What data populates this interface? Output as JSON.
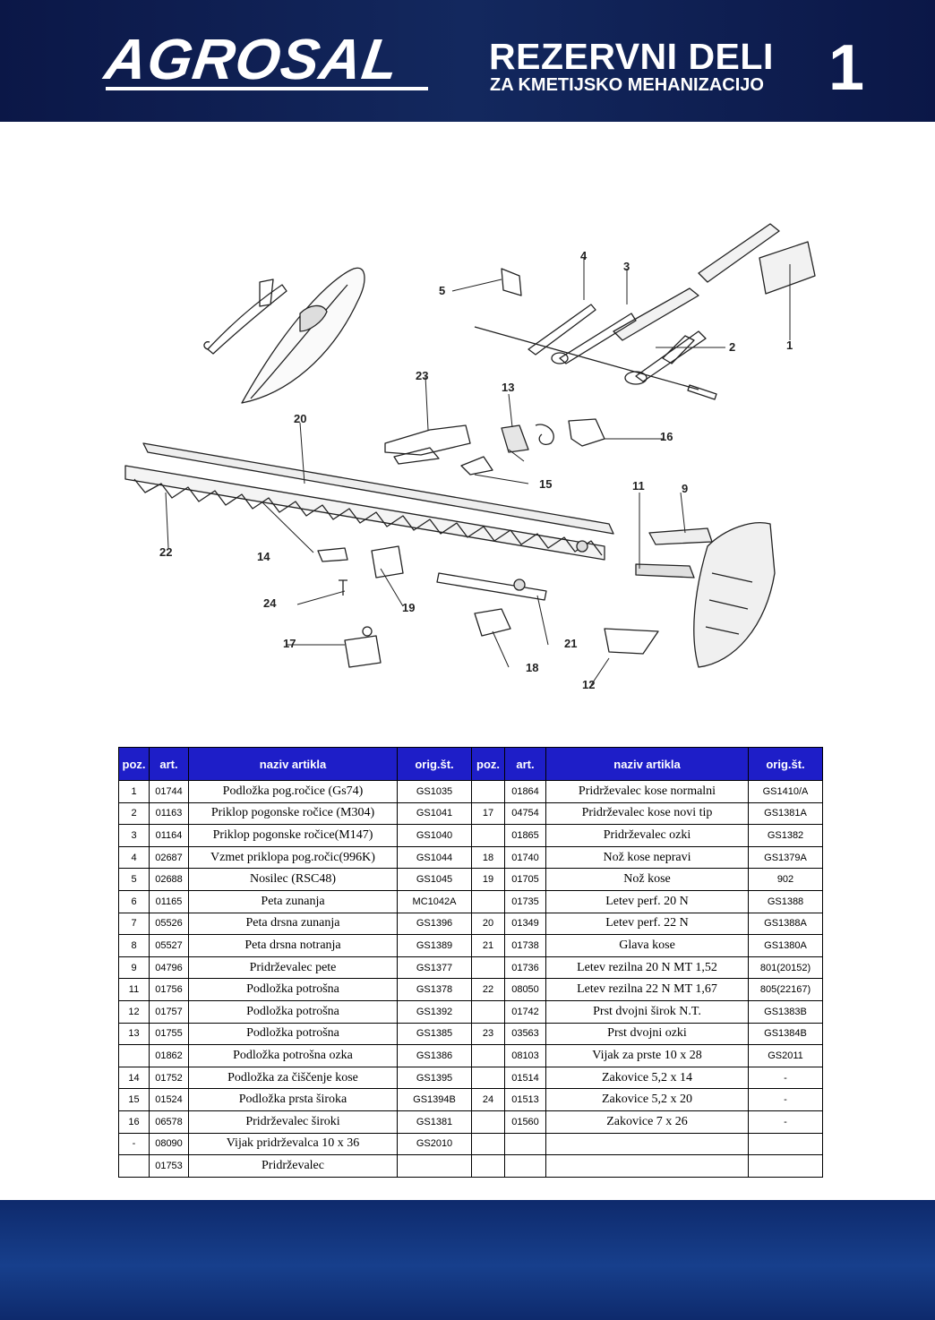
{
  "header": {
    "logo": "AGROSAL",
    "title": "REZERVNI DELI",
    "subtitle": "ZA KMETIJSKO MEHANIZACIJO",
    "page_number": "1"
  },
  "diagram": {
    "callouts": [
      "1",
      "2",
      "3",
      "4",
      "5",
      "9",
      "11",
      "12",
      "13",
      "14",
      "15",
      "16",
      "17",
      "18",
      "19",
      "20",
      "21",
      "22",
      "23",
      "24"
    ]
  },
  "table": {
    "headers": [
      "poz.",
      "art.",
      "naziv artikla",
      "orig.št.",
      "poz.",
      "art.",
      "naziv artikla",
      "orig.št."
    ],
    "left_rows": [
      [
        "1",
        "01744",
        "Podložka pog.ročice (Gs74)",
        "GS1035"
      ],
      [
        "2",
        "01163",
        "Priklop pogonske ročice (M304)",
        "GS1041"
      ],
      [
        "3",
        "01164",
        "Priklop pogonske ročice(M147)",
        "GS1040"
      ],
      [
        "4",
        "02687",
        "Vzmet priklopa pog.ročic(996K)",
        "GS1044"
      ],
      [
        "5",
        "02688",
        "Nosilec    (RSC48)",
        "GS1045"
      ],
      [
        "6",
        "01165",
        "Peta zunanja",
        "MC1042A"
      ],
      [
        "7",
        "05526",
        "Peta drsna zunanja",
        "GS1396"
      ],
      [
        "8",
        "05527",
        "Peta drsna notranja",
        "GS1389"
      ],
      [
        "9",
        "04796",
        "Pridrževalec pete",
        "GS1377"
      ],
      [
        "11",
        "01756",
        "Podložka potrošna",
        "GS1378"
      ],
      [
        "12",
        "01757",
        "Podložka potrošna",
        "GS1392"
      ],
      [
        "13",
        "01755",
        "Podložka potrošna",
        "GS1385"
      ],
      [
        "",
        "01862",
        "Podložka potrošna ozka",
        "GS1386"
      ],
      [
        "14",
        "01752",
        "Podložka za čiščenje kose",
        "GS1395"
      ],
      [
        "15",
        "01524",
        "Podložka prsta široka",
        "GS1394B"
      ],
      [
        "16",
        "06578",
        "Pridrževalec široki",
        "GS1381"
      ],
      [
        "-",
        "08090",
        "Vijak pridrževalca 10 x 36",
        "GS2010"
      ],
      [
        "",
        "01753",
        "Pridrževalec",
        ""
      ]
    ],
    "right_rows": [
      [
        "",
        "01864",
        "Pridrževalec kose normalni",
        "GS1410/A"
      ],
      [
        "17",
        "04754",
        "Pridrževalec kose novi tip",
        "GS1381A"
      ],
      [
        "",
        "01865",
        "Pridrževalec ozki",
        "GS1382"
      ],
      [
        "18",
        "01740",
        "Nož kose nepravi",
        "GS1379A"
      ],
      [
        "19",
        "01705",
        "Nož kose",
        "902"
      ],
      [
        "",
        "01735",
        "Letev perf. 20 N",
        "GS1388"
      ],
      [
        "20",
        "01349",
        "Letev perf. 22 N",
        "GS1388A"
      ],
      [
        "21",
        "01738",
        "Glava kose",
        "GS1380A"
      ],
      [
        "",
        "01736",
        "Letev rezilna 20 N MT 1,52",
        "801(20152)"
      ],
      [
        "22",
        "08050",
        "Letev rezilna 22 N MT 1,67",
        "805(22167)"
      ],
      [
        "",
        "01742",
        "Prst dvojni širok N.T.",
        "GS1383B"
      ],
      [
        "23",
        "03563",
        "Prst dvojni ozki",
        "GS1384B"
      ],
      [
        "",
        "08103",
        "Vijak za prste 10 x 28",
        "GS2011"
      ],
      [
        "",
        "01514",
        "Zakovice 5,2 x 14",
        "-"
      ],
      [
        "24",
        "01513",
        "Zakovice 5,2 x 20",
        "-"
      ],
      [
        "",
        "01560",
        "Zakovice 7 x 26",
        "-"
      ],
      [
        "",
        "",
        "",
        ""
      ],
      [
        "",
        "",
        "",
        ""
      ]
    ]
  }
}
